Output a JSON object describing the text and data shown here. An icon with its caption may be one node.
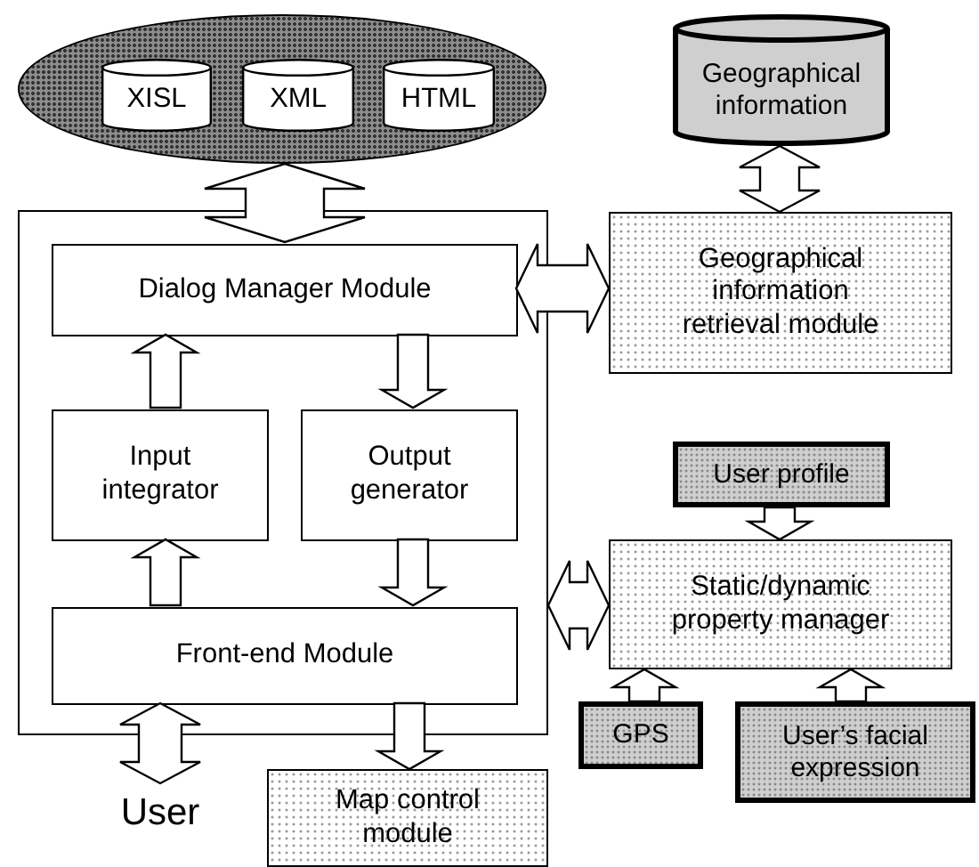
{
  "diagram": {
    "nodes": [
      {
        "text": [],
        "shape": "ellipse"
      },
      {
        "text": [
          "XISL"
        ],
        "in": 0
      },
      {
        "text": [
          "XML"
        ],
        "in": 0
      },
      {
        "text": [
          "HTML"
        ],
        "in": 0
      },
      {
        "text": [
          "Geographical information"
        ]
      },
      {
        "text": [],
        "shape": "box"
      },
      {
        "text": [
          "Dialog Manager Module"
        ],
        "in": 5
      },
      {
        "text": [
          "Geographical information retrieval module"
        ]
      },
      {
        "text": [
          "Input integrator"
        ],
        "in": 5
      },
      {
        "text": [
          "Output generator"
        ],
        "in": 5
      },
      {
        "text": [
          "User profile"
        ]
      },
      {
        "text": [
          "Static/dynamic property manager"
        ]
      },
      {
        "text": [
          "Front-end Module"
        ],
        "in": 5
      },
      {
        "text": [
          "GPS"
        ]
      },
      {
        "text": [
          "User’s facial expression"
        ]
      },
      {
        "text": [
          "User"
        ]
      },
      {
        "text": [
          "Map control module"
        ]
      }
    ],
    "edges": [
      {
        "from": 0,
        "to": 6,
        "arrow": "both"
      },
      {
        "from": 4,
        "to": 7,
        "arrow": "both"
      },
      {
        "from": 6,
        "to": 7,
        "arrow": "both"
      },
      {
        "from": 8,
        "to": 6,
        "arrow": "to"
      },
      {
        "from": 6,
        "to": 9,
        "arrow": "to"
      },
      {
        "from": 12,
        "to": 8,
        "arrow": "to"
      },
      {
        "from": 9,
        "to": 12,
        "arrow": "to"
      },
      {
        "from": 10,
        "to": 11,
        "arrow": "to"
      },
      {
        "from": 5,
        "to": 11,
        "arrow": "both"
      },
      {
        "from": 12,
        "to": 15,
        "arrow": "both"
      },
      {
        "from": 12,
        "to": 16,
        "arrow": "to"
      },
      {
        "from": 13,
        "to": 11,
        "arrow": "to"
      },
      {
        "from": 14,
        "to": 11,
        "arrow": "to"
      }
    ]
  }
}
